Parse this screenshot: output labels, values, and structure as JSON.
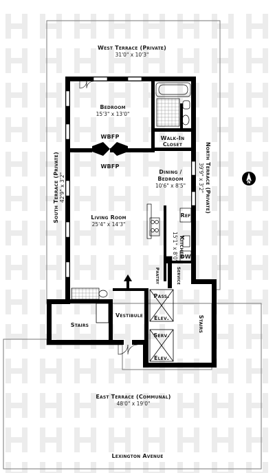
{
  "rooms": {
    "west_terrace": {
      "name": "West Terrace (Private)",
      "dims": "31'0\" x 10'3\""
    },
    "bedroom": {
      "name": "Bedroom",
      "dims": "15'3\" x 13'0\""
    },
    "walk_in_closet": {
      "name1": "Walk-In",
      "name2": "Closet"
    },
    "wbfp_top": "WBFP",
    "wbfp_bottom": "WBFP",
    "dining_bedroom": {
      "name1": "Dining /",
      "name2": "Bedroom",
      "dims": "10'6\" x 8'5\""
    },
    "north_terrace": {
      "name": "North Terrace (Private)",
      "dims": "39'9\" x 3'2\""
    },
    "south_terrace": {
      "name": "South Terrace (Private)",
      "dims": "42'9\" x 3'2\""
    },
    "living_room": {
      "name": "Living Room",
      "dims": "25'4\" x 14'3\""
    },
    "ref": "Ref",
    "kitchen": {
      "name": "Kitchen",
      "dims": "15'1\" x 8'0\""
    },
    "dw": "DW",
    "pantry": "Pantry",
    "service": "Service",
    "pass_elev": {
      "l1": "Pass.",
      "l2": "Elev."
    },
    "serv_elev": {
      "l1": "Serv.",
      "l2": "Elev."
    },
    "stairs_left": "Stairs",
    "stairs_right": "Stairs",
    "vestibule": "Vestibule",
    "east_terrace": {
      "name": "East Terrace (Communal)",
      "dims": "48'0\" x 19'0\""
    }
  },
  "street": "Lexington Avenue",
  "compass": "N"
}
